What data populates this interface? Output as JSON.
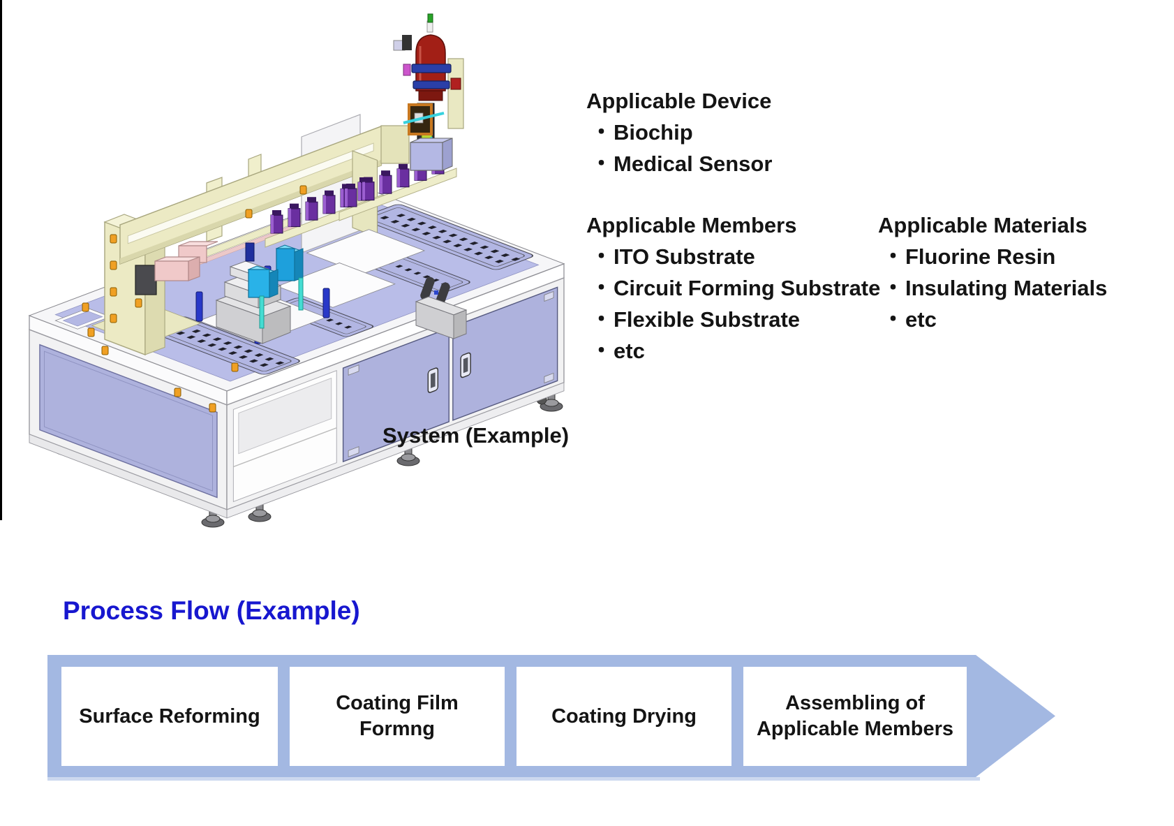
{
  "machine": {
    "caption": "System (Example)",
    "description": "Isometric 3D CAD rendering of a desktop coating/dispensing system: white bench with lavender doors, cream gantry beam, red dispense cylinder",
    "colors": {
      "table_surface": "#b9bde8",
      "panel_lavender": "#aeb2dd",
      "frame_white": "#f2f2f3",
      "gantry_cream": "#eceac4",
      "dispenser_red": "#a21f16",
      "ring_blue": "#2a3fa8",
      "accent_cyan": "#29b2e8",
      "accent_teal": "#45dcd2",
      "accent_pink": "#f0c9c9",
      "accent_purple": "#6a2fa0",
      "accent_orange": "#f0a024",
      "post_blue": "#2838c8"
    }
  },
  "sections": {
    "bullet": "・",
    "device": {
      "title": "Applicable Device",
      "items": [
        "Biochip",
        "Medical Sensor"
      ]
    },
    "members": {
      "title": "Applicable Members",
      "items": [
        "ITO Substrate",
        "Circuit Forming Substrate",
        "Flexible Substrate",
        "etc"
      ]
    },
    "materials": {
      "title": "Applicable Materials",
      "items": [
        "Fluorine Resin",
        "Insulating Materials",
        "etc"
      ]
    }
  },
  "process_flow": {
    "title": "Process Flow (Example)",
    "title_color": "#1717cf",
    "arrow_color": "#a3b8e2",
    "arrow_edge_color": "#ccd8ef",
    "steps": [
      "Surface Reforming",
      "Coating Film\nFormng",
      "Coating Drying",
      "Assembling of\nApplicable Members"
    ]
  }
}
